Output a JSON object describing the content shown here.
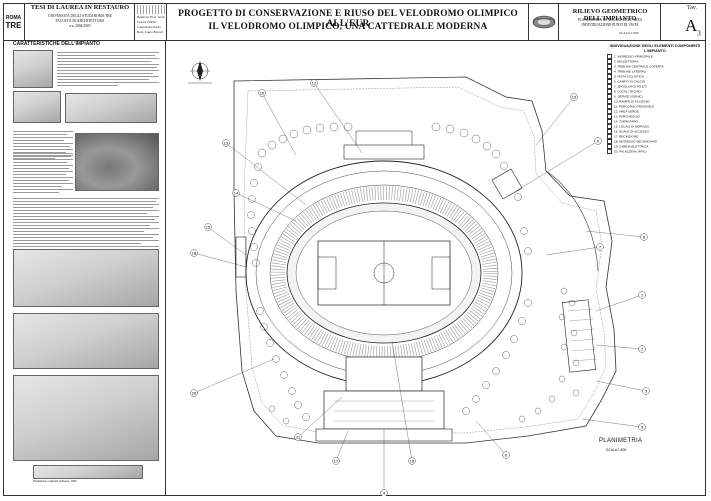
{
  "header": {
    "logo": {
      "top": "ROMA",
      "mid": "TRE"
    },
    "thesis_title": "TESI DI LAUREA IN RESTAURO",
    "university_lines": [
      "UNIVERSITÀ DEGLI STUDI ROMA TRE",
      "FACOLTÀ DI ARCHITETTURA",
      "a.a. 2004/2005"
    ],
    "people": {
      "relatore": "Relatore: Prof. Arch. Cesare Feiffer",
      "laureando": "Laureando: Paolo Rosi, Laura Ferrari"
    },
    "main_title_1": "PROGETTO DI CONSERVAZIONE E RIUSO DEL VELODROMO OLIMPICO ALL'EUR",
    "main_title_2": "IL VELODROMO OLIMPICO, UNA CATTEDRALE MODERNA",
    "survey_title": "RILIEVO GEOMETRICO DELL'IMPIANTO",
    "survey_sub_1": "PLANIMETRIA GENERALE DELL'AREA",
    "survey_sub_2": "INDIVIDUAZIONE PUNTI DI VISTA",
    "survey_scale": "SCALA 1:500",
    "tav_label": "Tav.",
    "tav_letter": "A",
    "tav_number": "3"
  },
  "left_panel": {
    "section_title": "CARATTERISTICHE DELL'IMPIANTO",
    "footnote": "Planimetria originale dell'area, 1960"
  },
  "plan": {
    "caption": "PLANIMETRIA",
    "scale": "SCALA 1:500",
    "callouts": [
      "1",
      "2",
      "3",
      "4",
      "5",
      "6",
      "7",
      "8",
      "9",
      "10",
      "11",
      "12",
      "13",
      "14",
      "15",
      "16",
      "17",
      "18",
      "19",
      "20"
    ],
    "legend_title": "INDIVIDUAZIONE DEGLI ELEMENTI COMPONENTI L'IMPIANTO",
    "legend_items": [
      "1. INGRESSO PRINCIPALE",
      "2. BIGLIETTERIA",
      "3. TRIBUNA CENTRALE COPERTA",
      "4. TRIBUNE LATERALI",
      "5. PISTA CICLISTICA",
      "6. CAMPO DI CALCIO",
      "7. SPOGLIATOI ATLETI",
      "8. LOCALI TECNICI",
      "9. SERVIZI IGIENICI",
      "10. RAMPE DI ACCESSO",
      "11. PERCORSO PEDONALE",
      "12. AREA VERDE",
      "13. PARCHEGGIO",
      "14. TORRI FARO",
      "15. LOCALI DI SERVIZIO",
      "16. SCALE DI ACCESSO",
      "17. RECINZIONE",
      "18. INGRESSO SECONDARIO",
      "19. CABINA ELETTRICA",
      "20. PALAZZINA UFFICI"
    ]
  }
}
